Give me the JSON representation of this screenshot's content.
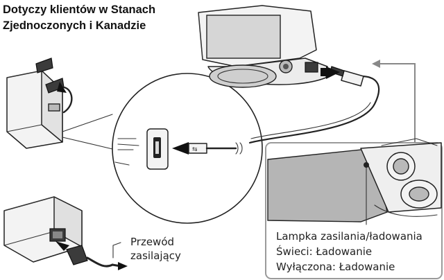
{
  "heading": {
    "line1": "Dotyczy klientów w Stanach",
    "line2": "Zjednoczonych i Kanadzie"
  },
  "cord_label": {
    "line1": "Przewód",
    "line2": "zasilający"
  },
  "lamp_label": {
    "line1": "Lampka zasilania/ładowania",
    "line2": "Świeci: Ładowanie",
    "line3": "Wyłączona: Ładowanie"
  },
  "colors": {
    "line": "#222222",
    "pointer": "#888888",
    "panel_border": "#9a9a9a",
    "screen": "#b5b5b5"
  }
}
